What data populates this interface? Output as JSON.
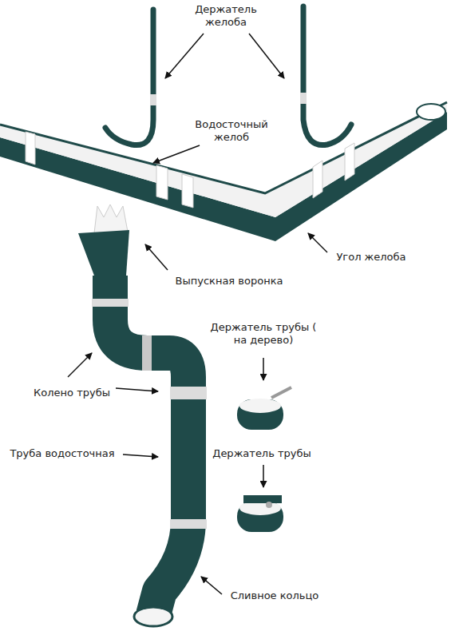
{
  "diagram": {
    "labels": [
      "Держатель желоба",
      "Водосточный желоб",
      "Угол желоба",
      "Выпускная воронка",
      "Держатель трубы ( на дерево)",
      "Колено трубы",
      "Труба водосточная",
      "Держатель трубы",
      "Сливное кольцо"
    ]
  }
}
